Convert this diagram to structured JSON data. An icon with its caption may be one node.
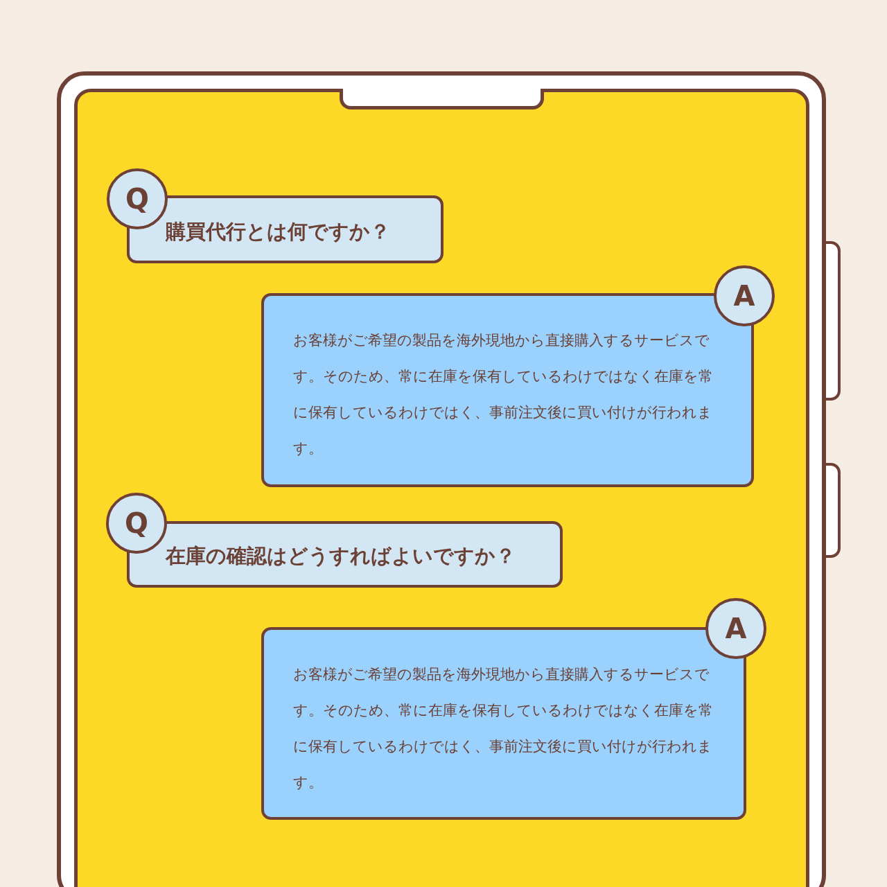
{
  "diagram": {
    "nodes": [
      {
        "text": [
          "Q"
        ]
      },
      {
        "text": [
          "購買代行とは何ですか？"
        ]
      },
      {
        "text": [
          "お客様がご希望の製品を海外現地から直接購入するサービスです。そのため、常に在庫を保有しているわけではなく在庫を常に保有しているわけではく、事前注文後に買い付けが行われます。"
        ]
      },
      {
        "text": [
          "A"
        ]
      },
      {
        "text": [
          "Q"
        ]
      },
      {
        "text": [
          "在庫の確認はどうすればよいですか？"
        ]
      },
      {
        "text": [
          "お客様がご希望の製品を海外現地から直接購入するサービスです。そのため、常に在庫を保有しているわけではなく在庫を常に保有しているわけではく、事前注文後に買い付けが行われます。"
        ]
      },
      {
        "text": [
          "A"
        ]
      }
    ]
  }
}
